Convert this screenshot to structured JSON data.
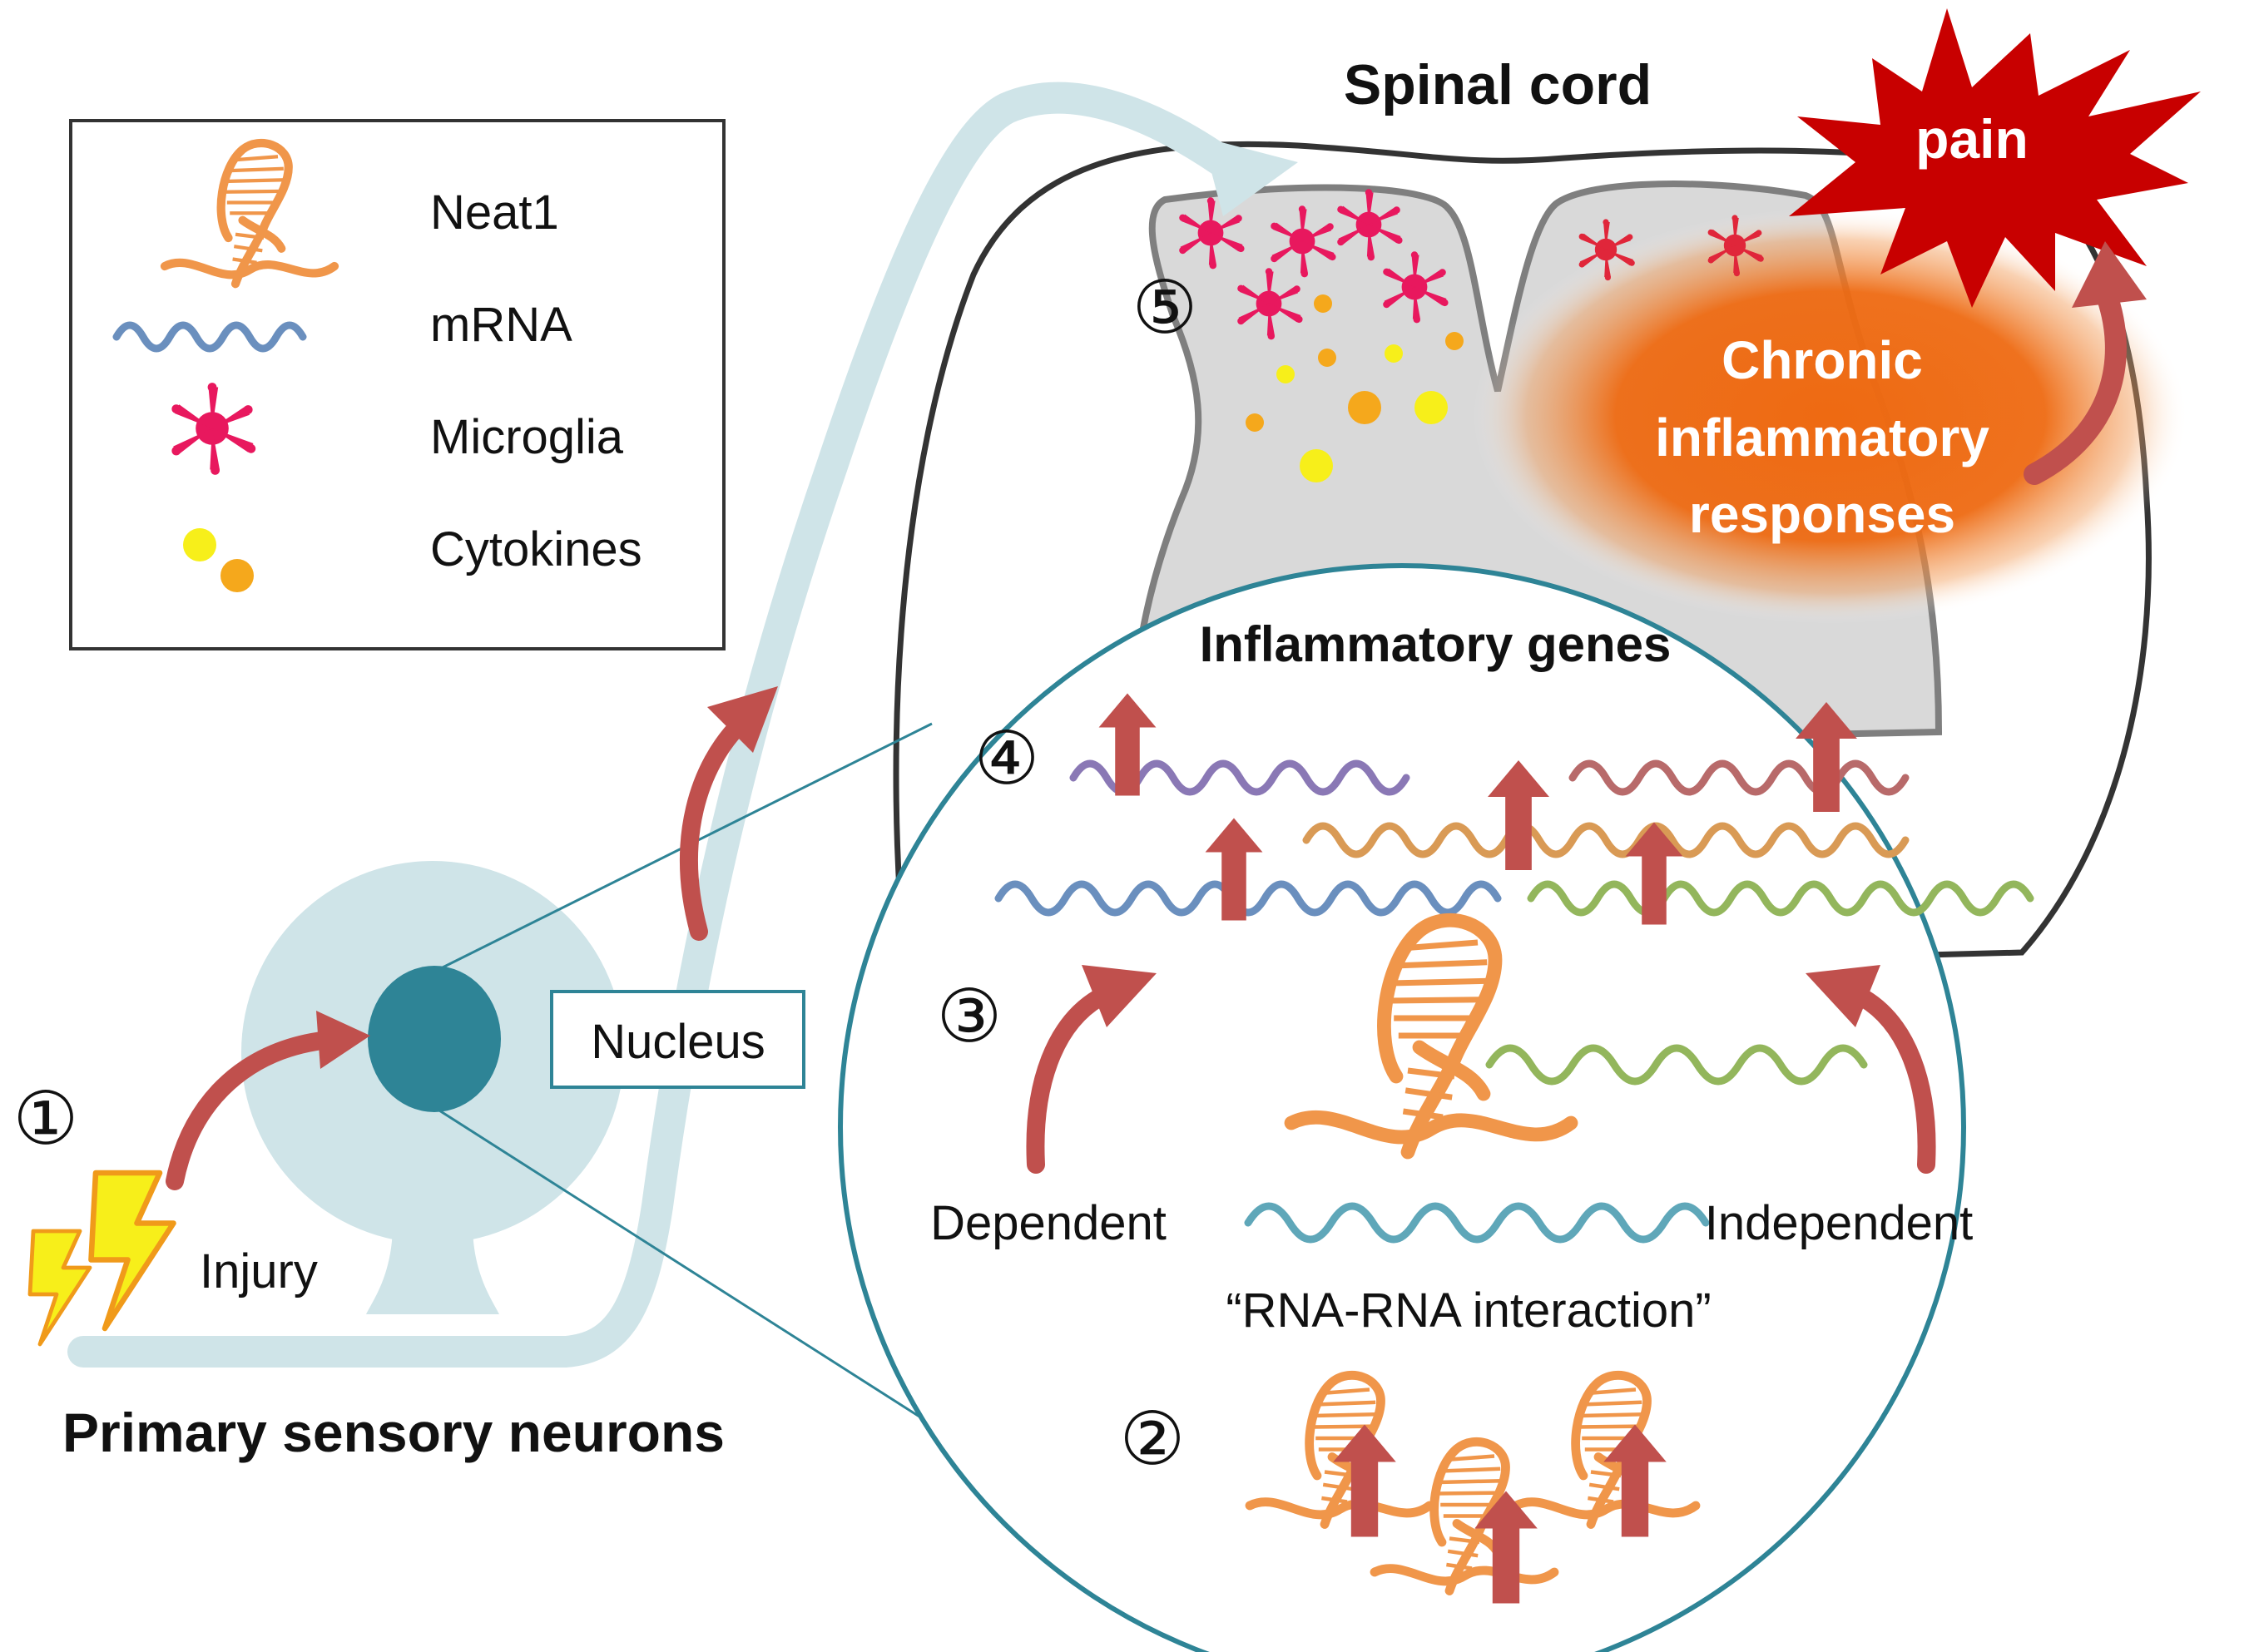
{
  "title_spinal_cord": "Spinal cord",
  "title_primary_neurons": "Primary sensory neurons",
  "pain_label": "pain",
  "chronic_lines": [
    "Chronic",
    "inflammatory",
    "responses"
  ],
  "inflammatory_genes_label": "Inflammatory genes",
  "nucleus_label": "Nucleus",
  "injury_label": "Injury",
  "dependent_label": "Dependent",
  "independent_label": "Independent",
  "interaction_label": "“RNA-RNA interaction”",
  "steps": {
    "one": "①",
    "two": "②",
    "three": "③",
    "four": "④",
    "five": "⑤"
  },
  "legend": {
    "neat1": "Neat1",
    "mrna": "mRNA",
    "microglia": "Microglia",
    "cytokines": "Cytokines"
  },
  "colors": {
    "neat1": "#f0964a",
    "arrow_red": "#c0504d",
    "microglia": "#e8185e",
    "cytokine_yellow": "#f7ef1a",
    "cytokine_orange": "#f5a81c",
    "neuron": "#cfe4e8",
    "nucleus": "#2e8496",
    "circle_border": "#2e8496",
    "pain_red": "#c80000",
    "inflammation_orange": "#ee6a12",
    "mrna_blue": "#6a8fbe",
    "mrna_purple": "#8a78b5",
    "mrna_green": "#93b65c",
    "mrna_teal": "#5fa7b9"
  },
  "icons": [
    "neat1-rna-icon",
    "mrna-wave-icon",
    "microglia-icon",
    "cytokine-icon",
    "lightning-icon",
    "up-arrow-icon",
    "curved-arrow-icon",
    "pain-burst-icon"
  ]
}
